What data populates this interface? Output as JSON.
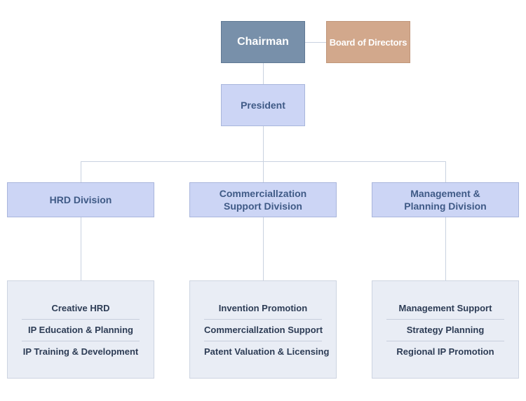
{
  "chart": {
    "chairman": "Chairman",
    "board": "Board of Directors",
    "president": "President",
    "divisions": [
      {
        "name": "HRD Division",
        "units": [
          "Creative HRD",
          "IP Education & Planning",
          "IP Training & Development"
        ]
      },
      {
        "name": "Commerciallzation\nSupport Division",
        "units": [
          "Invention Promotion",
          "Commerciallzation Support",
          "Patent Valuation & Licensing"
        ]
      },
      {
        "name": "Management &\nPlanning Division",
        "units": [
          "Management Support",
          "Strategy Planning",
          "Regional IP Promotion"
        ]
      }
    ]
  }
}
